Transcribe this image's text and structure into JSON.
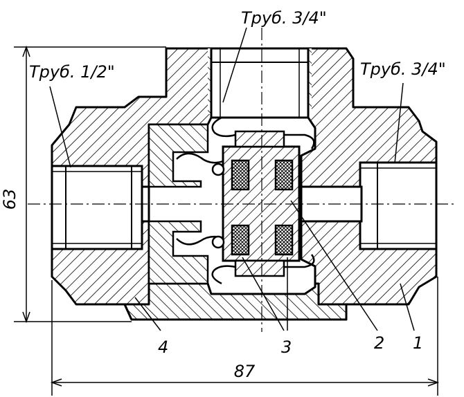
{
  "labels": {
    "pipe_left": "Труб. 1/2\"",
    "pipe_top": "Труб. 3/4\"",
    "pipe_right": "Труб. 3/4\""
  },
  "dimensions": {
    "height": "63",
    "width": "87"
  },
  "callouts": {
    "body": "1",
    "piston": "2",
    "seals": "3",
    "cover": "4"
  }
}
